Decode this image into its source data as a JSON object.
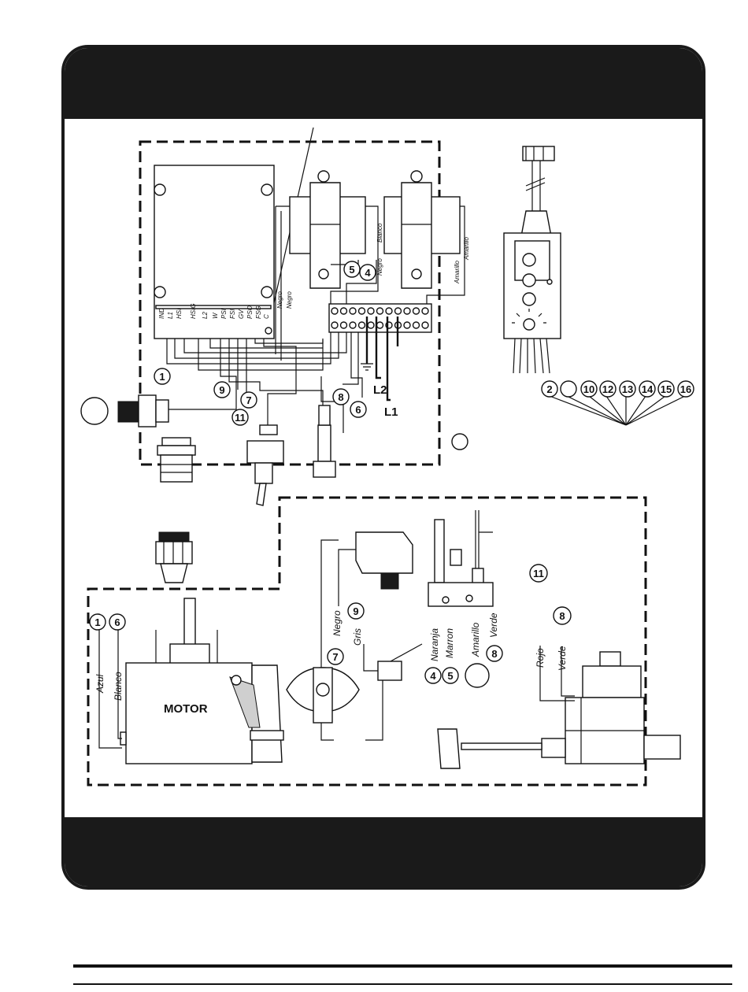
{
  "control_box": {
    "board_terminals": [
      "IND",
      "L1",
      "HSI",
      "HSIG",
      "L2",
      "W",
      "PSI",
      "FSI",
      "GV",
      "PSO",
      "FSG",
      "C"
    ],
    "wire_labels": {
      "negro_1": "Negro",
      "negro_2": "Negro",
      "blanco": "Blanco",
      "negro_3": "Negro",
      "amarillo_1": "Amarillo",
      "amarillo_2": "Amarillo"
    },
    "callouts": [
      "1",
      "9",
      "7",
      "11",
      "8",
      "6",
      "5",
      "4"
    ],
    "line_labels": {
      "l2": "L2",
      "l1": "L1"
    }
  },
  "harness_callouts": [
    "2",
    "10",
    "12",
    "13",
    "14",
    "15",
    "16"
  ],
  "lower_box": {
    "motor_label": "MOTOR",
    "motor_wires": {
      "azul": "Azul",
      "blanco": "Blanco"
    },
    "motor_callouts": [
      "1",
      "6"
    ],
    "pressure_switch_wires": {
      "negro": "Negro",
      "gris": "Gris"
    },
    "pressure_switch_callouts": [
      "7",
      "9"
    ],
    "igniter_wires": {
      "naranja": "Naranja",
      "marron": "Marron",
      "amarillo": "Amarillo",
      "verde": "Verde"
    },
    "igniter_callouts": [
      "4",
      "5",
      "8"
    ],
    "valve_wires": {
      "rojo": "Rojo",
      "verde": "Verde"
    },
    "valve_callouts": [
      "11",
      "8"
    ]
  }
}
